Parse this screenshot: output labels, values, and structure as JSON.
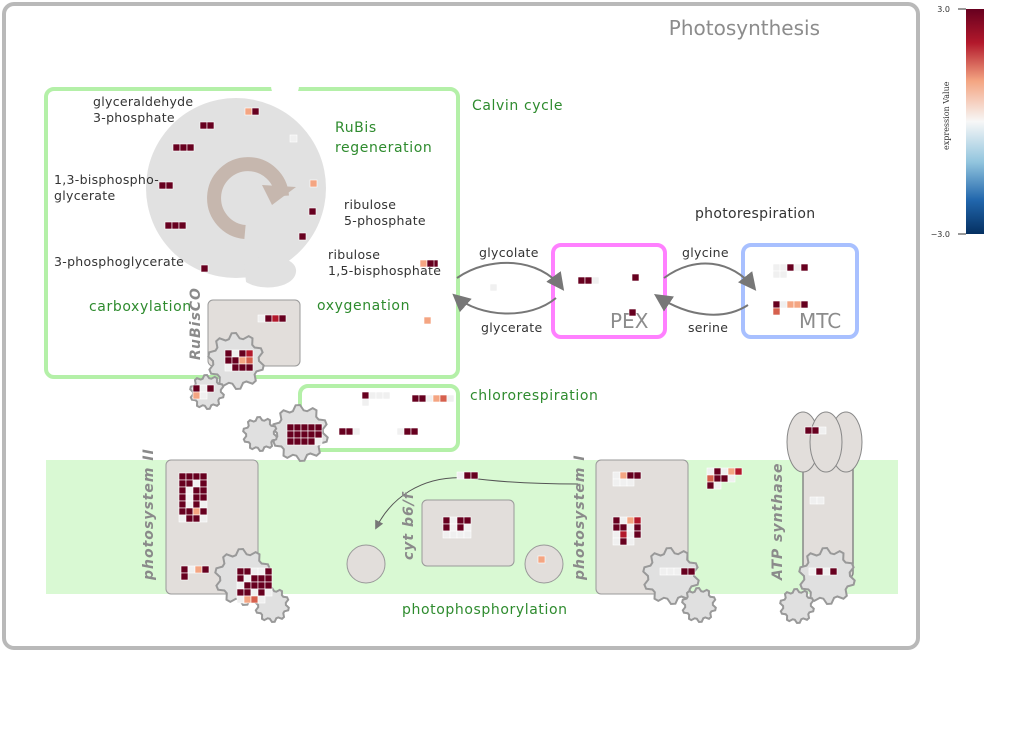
{
  "title": "Photosynthesis",
  "colors": {
    "high": "#67001f",
    "mid_high": "#b2182b",
    "pos": "#f4a582",
    "neutral": "#f0f0f0",
    "neg": "#92c5de",
    "low": "#053061",
    "chloroplast_box": "#b4f0a8",
    "pex_box": "#ff80ff",
    "mtc_box": "#a8c0ff",
    "thylakoid_band": "#d9f9d3",
    "complex_fill": "#e2dedb"
  },
  "legend": {
    "max_label": "3.0",
    "min_label": "−3.0",
    "title": "expression Value"
  },
  "sections": {
    "calvin_cycle": "Calvin cycle",
    "rubis_regeneration_1": "RuBis",
    "rubis_regeneration_2": "regeneration",
    "carboxylation": "carboxylation",
    "oxygenation": "oxygenation",
    "rubisco": "RuBisCO",
    "photorespiration": "photorespiration",
    "pex": "PEX",
    "mtc": "MTC",
    "chlororespiration": "chlororespiration",
    "photophosphorylation": "photophosphorylation",
    "photosystem_ii": "photosystem II",
    "photosystem_i": "photosystem I",
    "cyt_b6f": "cyt b6/f",
    "atp_synthase": "ATP synthase"
  },
  "metabolites": {
    "g3p_1": "glyceraldehyde",
    "g3p_2": "3-phosphate",
    "bpg_1": "1,3-bisphospho-",
    "bpg_2": "glycerate",
    "pga": "3-phosphoglycerate",
    "ru5p_1": "ribulose",
    "ru5p_2": "5-phosphate",
    "rubp_1": "ribulose",
    "rubp_2": "1,5-bisphosphate",
    "glycolate": "glycolate",
    "glycerate": "glycerate",
    "glycine": "glycine",
    "serine": "serine"
  },
  "heat_blocks": [
    {
      "cells": [
        [
          "#67001f",
          "#67001f"
        ]
      ]
    },
    {
      "cells": [
        [
          "#f4a582",
          "#67001f"
        ]
      ]
    },
    {
      "cells": [
        [
          "#67001f",
          "#67001f",
          "#67001f"
        ]
      ]
    },
    {
      "cells": [
        [
          "#f0f0f0"
        ]
      ]
    },
    {
      "cells": [
        [
          "#67001f",
          "#67001f"
        ]
      ]
    },
    {
      "cells": [
        [
          "#f4a582"
        ]
      ]
    },
    {
      "cells": [
        [
          "#67001f",
          "#67001f",
          "#67001f"
        ]
      ]
    },
    {
      "cells": [
        [
          "#67001f"
        ]
      ]
    },
    {
      "cells": [
        [
          "#67001f"
        ]
      ]
    },
    {
      "cells": [
        [
          "#67001f"
        ]
      ]
    },
    {
      "cells": [
        [
          "#67001f"
        ]
      ]
    },
    {
      "cells": [
        [
          "#f4a582",
          "#67001f"
        ]
      ]
    },
    {
      "cells": [
        [
          "#f0f0f0"
        ]
      ]
    },
    {
      "cells": [
        [
          "#f4a582"
        ]
      ]
    },
    {
      "cells": [
        [
          "#f0f0f0",
          "#67001f",
          "#b2182b",
          "#67001f"
        ]
      ]
    },
    {
      "cells": [
        [
          "#67001f",
          "#67001f",
          "#f0f0f0"
        ]
      ]
    },
    {
      "cells": [
        [
          "#67001f"
        ]
      ]
    },
    {
      "cells": [
        [
          "#67001f"
        ]
      ]
    },
    {
      "cells": [
        [
          "#f0f0f0",
          "#f0f0f0",
          "#67001f",
          "#f0f0f0",
          "#67001f"
        ],
        [
          "#f0f0f0",
          "#f0f0f0",
          "",
          "",
          ""
        ]
      ]
    },
    {
      "cells": [
        [
          "#67001f",
          "#f0f0f0",
          "#f4a582",
          "#f4a582",
          "#67001f"
        ],
        [
          "#d6604d",
          "",
          "",
          "",
          ""
        ]
      ]
    },
    {
      "cells": [
        [
          "#67001f",
          "#f0f0f0",
          "#f0f0f0",
          "#f0f0f0"
        ],
        [
          "#f0f0f0",
          "",
          "",
          ""
        ]
      ]
    },
    {
      "cells": [
        [
          "#67001f",
          "#67001f",
          "#f0f0f0",
          "#f4a582",
          "#d6604d",
          "#f0f0f0"
        ]
      ]
    },
    {
      "cells": [
        [
          "#67001f",
          "#67001f",
          "#f0f0f0"
        ]
      ]
    },
    {
      "cells": [
        [
          "#f0f0f0",
          "#67001f",
          "#67001f"
        ]
      ]
    },
    {
      "cells": [
        [
          "#67001f",
          "#67001f",
          "#67001f",
          "#67001f",
          "#67001f"
        ],
        [
          "#67001f",
          "#67001f",
          "#67001f",
          "#67001f",
          "#67001f"
        ],
        [
          "#67001f",
          "#67001f",
          "#67001f",
          "#67001f",
          "#f0f0f0"
        ]
      ]
    },
    {
      "cells": [
        [
          "#67001f",
          "#f0f0f0",
          "#67001f",
          "#b2182b"
        ],
        [
          "#67001f",
          "#67001f",
          "#f4a582",
          "#d6604d"
        ],
        [
          "#f0f0f0",
          "#67001f",
          "#67001f",
          "#67001f"
        ]
      ]
    },
    {
      "cells": [
        [
          "#67001f",
          "#f0f0f0",
          "#67001f"
        ],
        [
          "#f4a582",
          "#f0f0f0",
          ""
        ]
      ]
    },
    {
      "cells": [
        [
          "#67001f",
          "#67001f",
          "#67001f",
          "#67001f"
        ],
        [
          "#67001f",
          "#67001f",
          "#f0f0f0",
          "#67001f"
        ],
        [
          "#67001f",
          "#f0f0f0",
          "#67001f",
          "#67001f"
        ],
        [
          "#67001f",
          "#f0f0f0",
          "#67001f",
          "#67001f"
        ],
        [
          "#67001f",
          "#f0f0f0",
          "#67001f",
          "#f0f0f0"
        ],
        [
          "#67001f",
          "#67001f",
          "#f4a582",
          "#67001f"
        ],
        [
          "#f0f0f0",
          "#67001f",
          "#67001f",
          "#f0f0f0"
        ]
      ]
    },
    {
      "cells": [
        [
          "#67001f",
          "#f0f0f0",
          "#f4a582",
          "#67001f"
        ],
        [
          "#67001f",
          "",
          "",
          ""
        ]
      ]
    },
    {
      "cells": [
        [
          "#67001f",
          "#67001f",
          "#f0f0f0",
          "#f0f0f0",
          "#67001f"
        ],
        [
          "#67001f",
          "#f0f0f0",
          "#67001f",
          "#67001f",
          "#67001f"
        ],
        [
          "#f0f0f0",
          "#67001f",
          "#67001f",
          "#67001f",
          "#67001f"
        ],
        [
          "#67001f",
          "#67001f",
          "#f0f0f0",
          "#67001f",
          "#f0f0f0"
        ],
        [
          "#f0f0f0",
          "#f4a582",
          "#d6604d",
          "#f0f0f0",
          ""
        ]
      ]
    },
    {
      "cells": [
        [
          "#f0f0f0",
          "#67001f",
          "#67001f"
        ]
      ]
    },
    {
      "cells": [
        [
          "#67001f",
          "#f0f0f0",
          "#67001f",
          "#67001f"
        ],
        [
          "#67001f",
          "#f0f0f0",
          "#67001f",
          "#f0f0f0"
        ],
        [
          "#f0f0f0",
          "#f0f0f0",
          "#f0f0f0",
          "#f0f0f0"
        ]
      ]
    },
    {
      "cells": [
        [
          "#f4a582"
        ]
      ]
    },
    {
      "cells": [
        [
          "#f0f0f0",
          "#f4a582",
          "#67001f",
          "#67001f"
        ],
        [
          "#f0f0f0",
          "#f0f0f0",
          "#f0f0f0",
          ""
        ]
      ]
    },
    {
      "cells": [
        [
          "#67001f",
          "#f0f0f0",
          "#f4a582",
          "#b2182b"
        ],
        [
          "#67001f",
          "#67001f",
          "#f0f0f0",
          "#67001f"
        ],
        [
          "#f0f0f0",
          "#b2182b",
          "#f0f0f0",
          "#67001f"
        ],
        [
          "#f0f0f0",
          "#67001f",
          "#f0f0f0",
          ""
        ]
      ]
    },
    {
      "cells": [
        [
          "#f0f0f0",
          "#67001f",
          "#f0f0f0",
          "#f4a582",
          "#b2182b"
        ],
        [
          "#d6604d",
          "#67001f",
          "#67001f",
          "#f0f0f0",
          ""
        ],
        [
          "#67001f",
          "#f0f0f0",
          "",
          "",
          ""
        ]
      ]
    },
    {
      "cells": [
        [
          "#f0f0f0",
          "#f0f0f0",
          "#f0f0f0",
          "#67001f",
          "#67001f"
        ]
      ]
    },
    {
      "cells": [
        [
          "#67001f",
          "#67001f",
          "#f0f0f0"
        ]
      ]
    },
    {
      "cells": [
        [
          "#f0f0f0",
          "#f0f0f0"
        ]
      ]
    },
    {
      "cells": [
        [
          "#f0f0f0",
          "#67001f",
          "#f0f0f0",
          "#67001f"
        ]
      ]
    }
  ]
}
